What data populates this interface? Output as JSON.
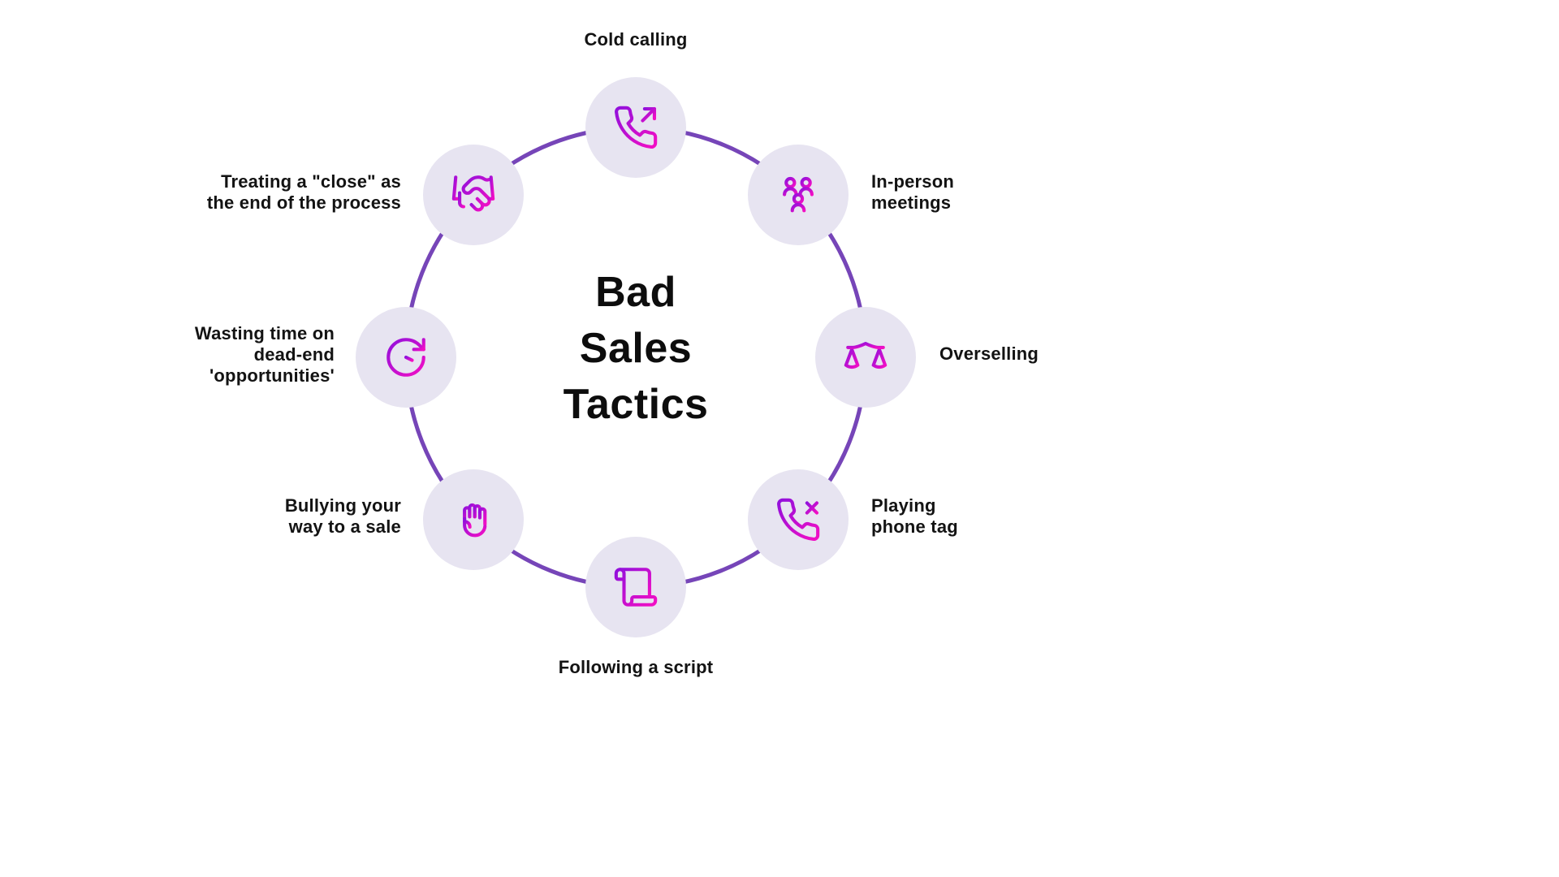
{
  "title": {
    "lines": [
      "Bad",
      "Sales",
      "Tactics"
    ]
  },
  "items": [
    {
      "label": "Cold calling",
      "icon": "phone-outgoing-icon",
      "position": "top"
    },
    {
      "label": "In-person\nmeetings",
      "icon": "people-icon",
      "position": "top-right"
    },
    {
      "label": "Overselling",
      "icon": "scales-icon",
      "position": "right"
    },
    {
      "label": "Playing\nphone tag",
      "icon": "phone-x-icon",
      "position": "bottom-right"
    },
    {
      "label": "Following a script",
      "icon": "script-icon",
      "position": "bottom"
    },
    {
      "label": "Bullying your\nway to a sale",
      "icon": "fist-icon",
      "position": "bottom-left"
    },
    {
      "label": "Wasting time on\ndead-end\n'opportunities'",
      "icon": "clock-arrow-icon",
      "position": "left"
    },
    {
      "label": "Treating a \"close\" as\nthe end of the process",
      "icon": "handshake-icon",
      "position": "top-left"
    }
  ],
  "colors": {
    "ring": "#7645b8",
    "nodefill": "#e7e4f1",
    "text": "#131313",
    "grad1": "#9210dc",
    "grad2": "#f30fc4"
  }
}
